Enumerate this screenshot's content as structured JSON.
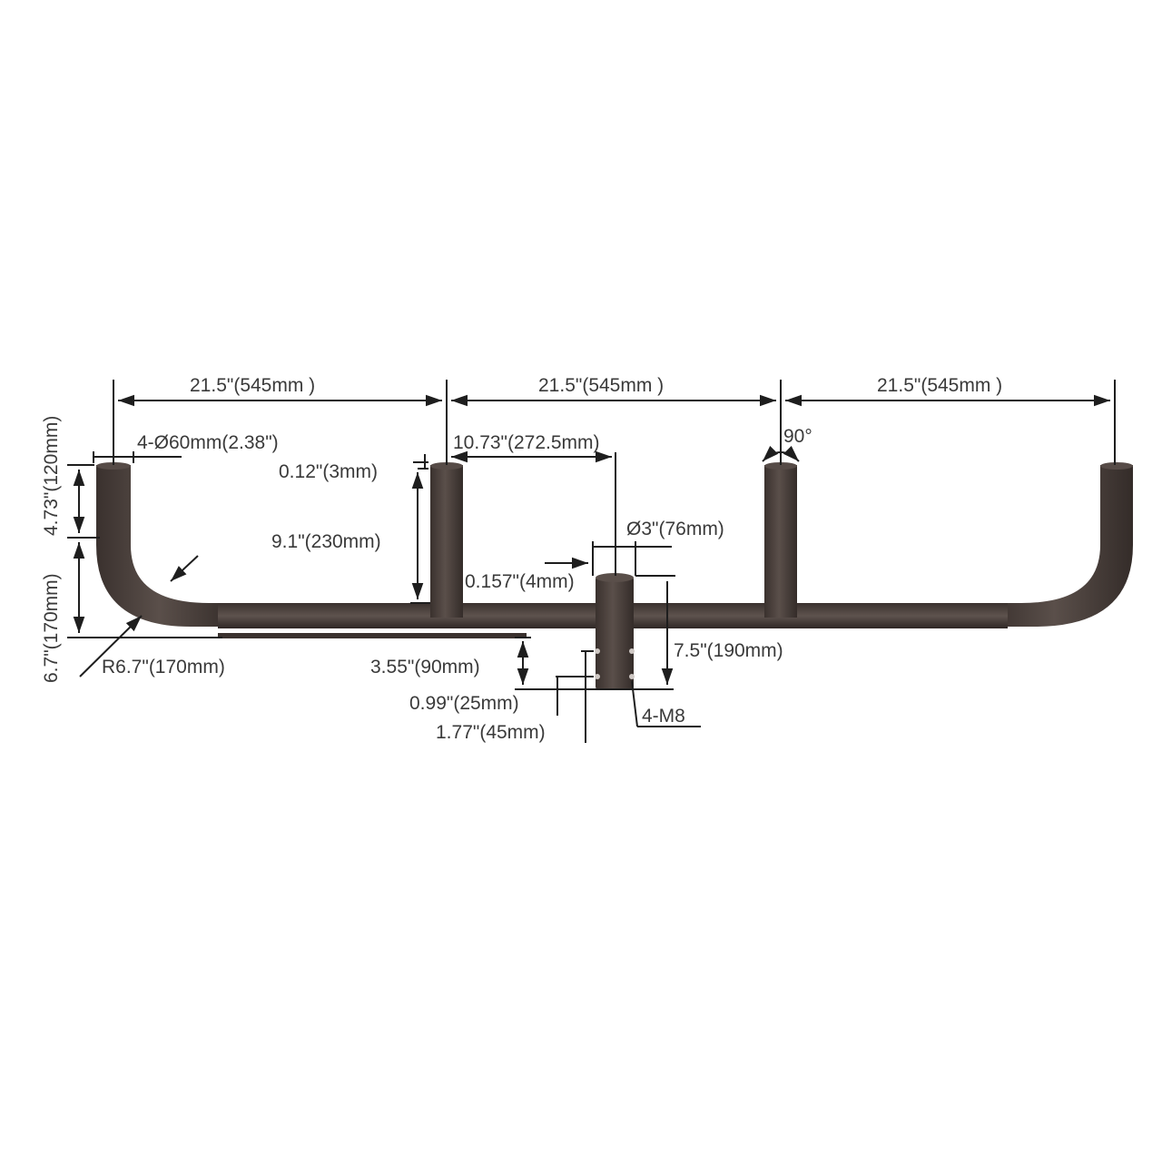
{
  "diagram": {
    "subject": "Triple-arm bullhorn pole mount bracket (technical drawing)",
    "colors": {
      "tube": "#4a403c",
      "tube_highlight": "#6a605b",
      "tube_shadow": "#2e2725",
      "dimension_line": "#1e1e1e",
      "text": "#3a3a3a",
      "background": "#ffffff"
    },
    "dimensions": {
      "span_left": "21.5\"(545mm )",
      "span_middle": "21.5\"(545mm )",
      "span_right": "21.5\"(545mm )",
      "tube_diameter": "4-Ø60mm(2.38\")",
      "wall_thickness": "0.12\"(3mm)",
      "half_span": "10.73\"(272.5mm)",
      "rotation_angle": "90°",
      "riser_height": "9.1\"(230mm)",
      "center_pipe_diameter": "Ø3\"(76mm)",
      "center_wall_thickness": "0.157\"(4mm)",
      "center_pipe_length": "7.5\"(190mm)",
      "center_below_arm": "3.55\"(90mm)",
      "bolt_spacing_1": "0.99\"(25mm)",
      "bolt_spacing_2": "1.77\"(45mm)",
      "bolts": "4-M8",
      "end_upper_height": "4.73\"(120mm)",
      "end_lower_height": "6.7\"(170mm)",
      "bend_radius": "R6.7\"(170mm)"
    }
  }
}
